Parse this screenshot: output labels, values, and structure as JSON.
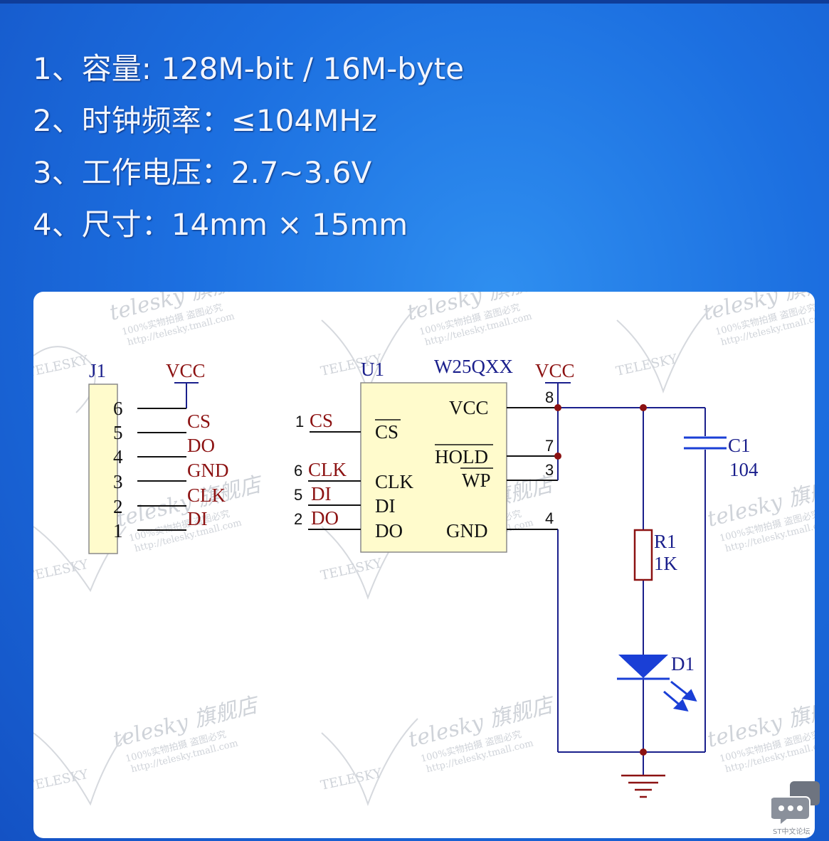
{
  "specs": [
    "1、容量: 128M-bit / 16M-byte",
    "2、时钟频率：≤104MHz",
    "3、工作电压：2.7~3.6V",
    "4、尺寸：14mm × 15mm"
  ],
  "schematic": {
    "j1": {
      "ref": "J1",
      "power": "VCC",
      "pins": [
        {
          "num": "6",
          "signal": ""
        },
        {
          "num": "5",
          "signal": "CS"
        },
        {
          "num": "4",
          "signal": "DO"
        },
        {
          "num": "3",
          "signal": "GND"
        },
        {
          "num": "2",
          "signal": "CLK"
        },
        {
          "num": "1",
          "signal": "DI"
        }
      ]
    },
    "u1": {
      "ref": "U1",
      "part": "W25QXX",
      "power": "VCC",
      "left_pins": [
        {
          "num": "1",
          "net": "CS",
          "name": "CS",
          "overline": true
        },
        {
          "num": "6",
          "net": "CLK",
          "name": "CLK",
          "overline": false
        },
        {
          "num": "5",
          "net": "DI",
          "name": "DI",
          "overline": false
        },
        {
          "num": "2",
          "net": "DO",
          "name": "DO",
          "overline": false
        }
      ],
      "right_pins": [
        {
          "num": "8",
          "name": "VCC",
          "overline": false
        },
        {
          "num": "7",
          "name": "HOLD",
          "overline": true
        },
        {
          "num": "3",
          "name": "WP",
          "overline": true
        },
        {
          "num": "4",
          "name": "GND",
          "overline": false
        }
      ]
    },
    "c1": {
      "ref": "C1",
      "value": "104"
    },
    "r1": {
      "ref": "R1",
      "value": "1K"
    },
    "d1": {
      "ref": "D1"
    }
  },
  "watermark": {
    "brand": "telesky 旗舰店",
    "line1": "100%实物拍摄 盗图必究",
    "line2": "http://telesky.tmall.com",
    "logo": "TELESKY"
  },
  "chat_widget": {
    "icon": "chat-bubble-icon",
    "caption": "ST中文论坛"
  },
  "colors": {
    "background": "#1c6fe0",
    "chip_fill": "#fffbcc",
    "wire": "#1a1f8c",
    "signal_label": "#8c1212",
    "led": "#1a3fd6"
  }
}
